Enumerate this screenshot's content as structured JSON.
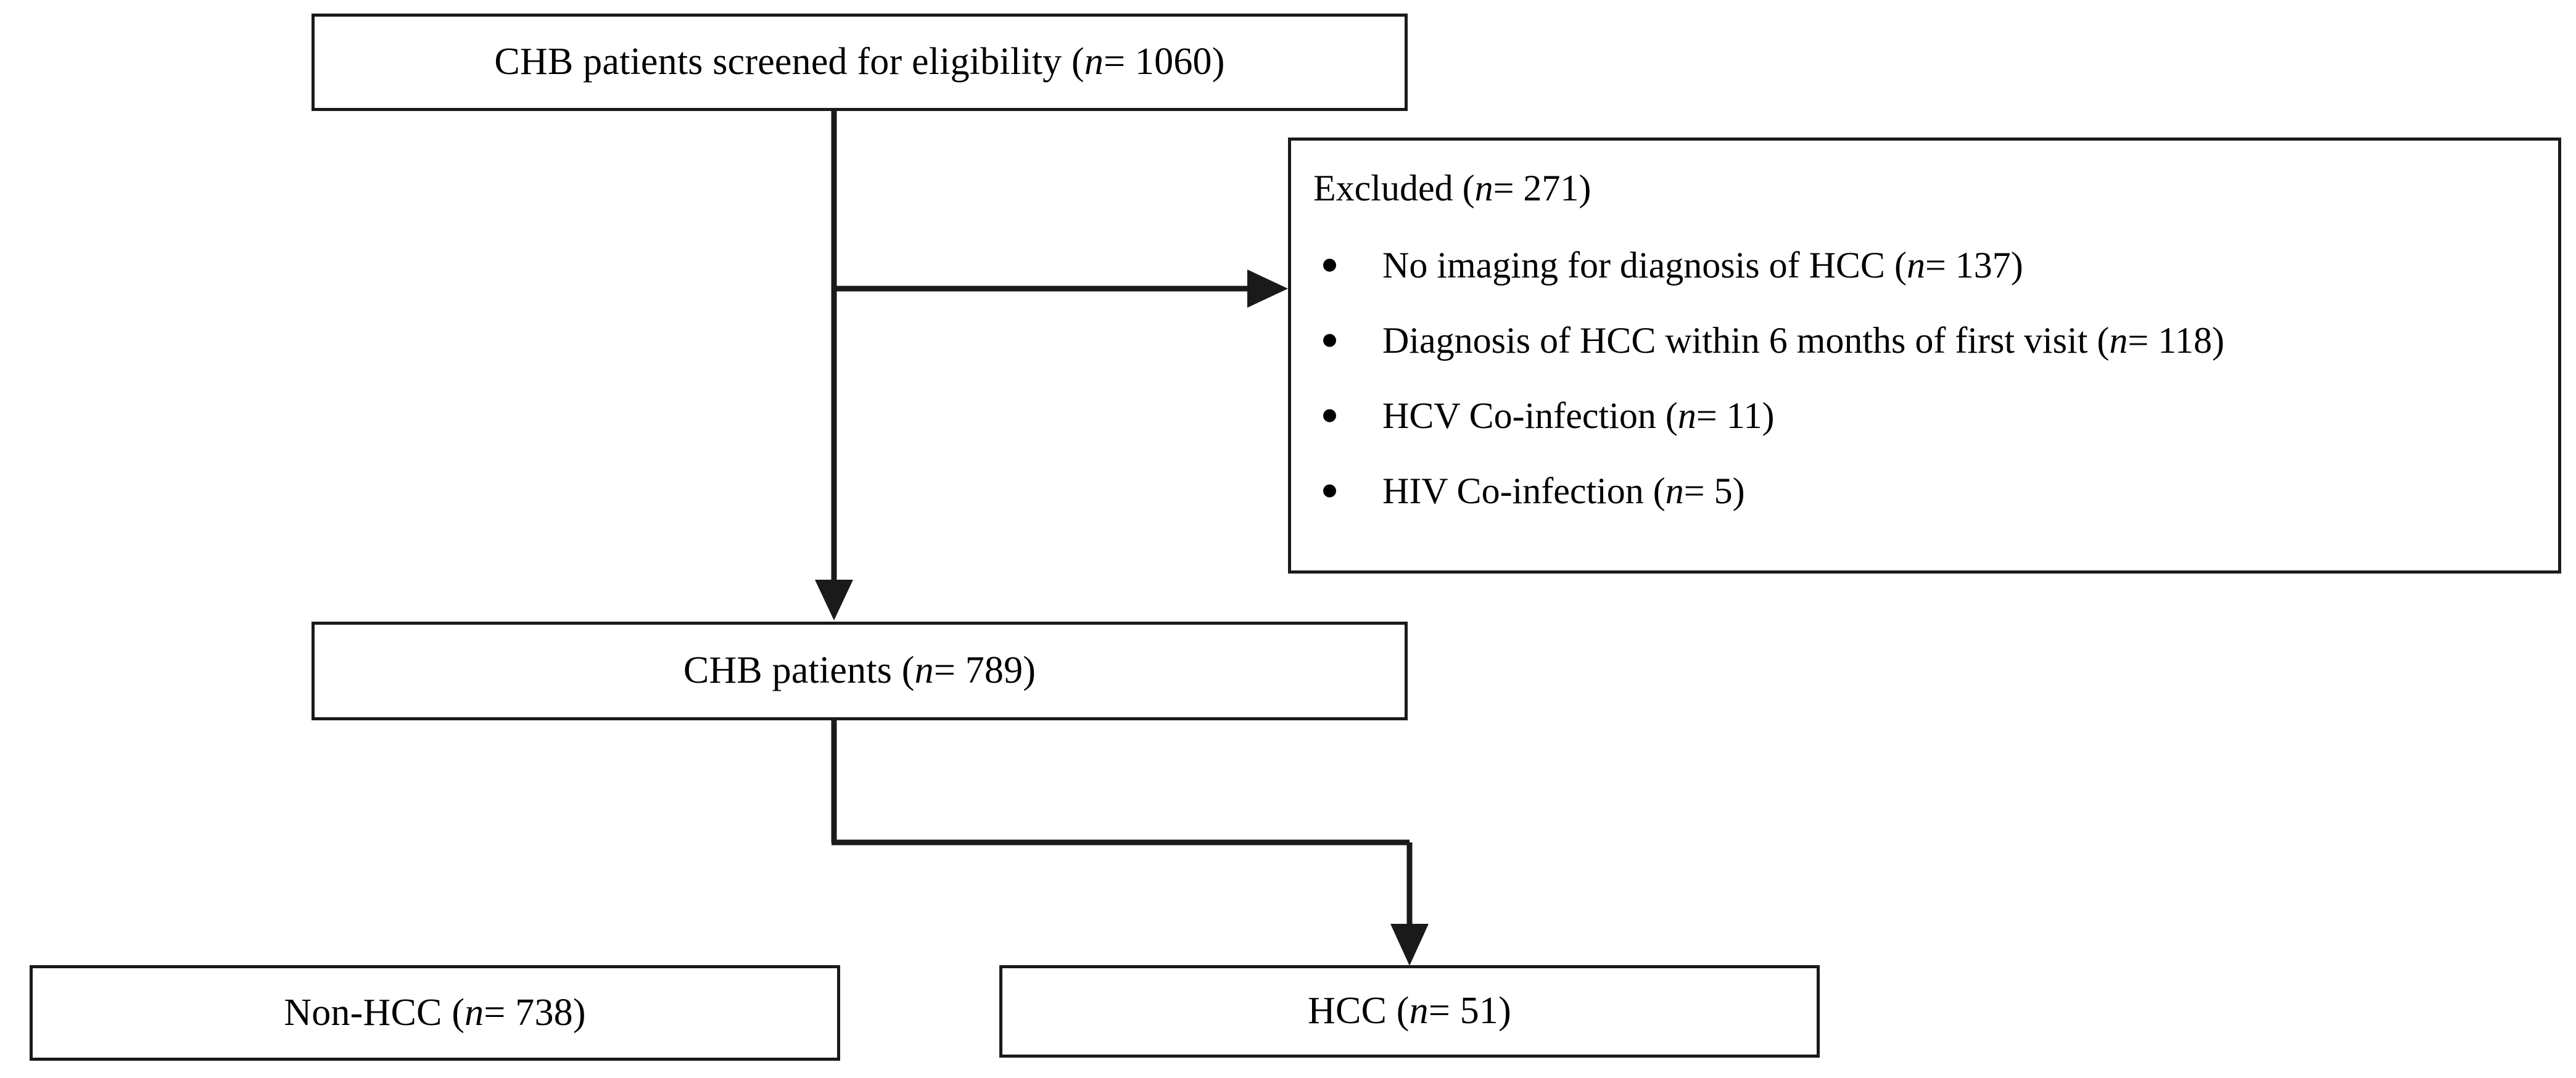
{
  "diagram": {
    "title": "CHB patient screening and HCC outcome flow diagram",
    "type": "flowchart",
    "line_color": "#1a1a1a",
    "background_color": "#ffffff",
    "text_color": "#000000"
  },
  "nodes": {
    "screened": {
      "label_prefix": "CHB patients screened for eligibility (",
      "n_symbol": "n",
      "label_suffix": "= 1060)",
      "count": 1060
    },
    "excluded": {
      "heading_prefix": "Excluded (",
      "n_symbol": "n",
      "heading_suffix": "= 271)",
      "count": 271,
      "reasons": [
        {
          "text_prefix": "No imaging for diagnosis of HCC (",
          "n_symbol": "n",
          "text_suffix": "= 137)",
          "count": 137
        },
        {
          "text_prefix": "Diagnosis of HCC within 6 months of first visit (",
          "n_symbol": "n",
          "text_suffix": "= 118)",
          "count": 118
        },
        {
          "text_prefix": "HCV Co-infection (",
          "n_symbol": "n",
          "text_suffix": "= 11)",
          "count": 11
        },
        {
          "text_prefix": "HIV Co-infection (",
          "n_symbol": "n",
          "text_suffix": "= 5)",
          "count": 5
        }
      ]
    },
    "chb": {
      "label_prefix": "CHB patients (",
      "n_symbol": "n",
      "label_suffix": "= 789)",
      "count": 789
    },
    "non_hcc": {
      "label_prefix": "Non-HCC (",
      "n_symbol": "n",
      "label_suffix": "= 738)",
      "count": 738
    },
    "hcc": {
      "label_prefix": "HCC (",
      "n_symbol": "n",
      "label_suffix": "= 51)",
      "count": 51
    }
  },
  "edges": [
    {
      "from": "screened",
      "to": "excluded",
      "style": "orthogonal-right",
      "arrowhead": true
    },
    {
      "from": "screened",
      "to": "chb",
      "style": "straight-down",
      "arrowhead": true
    },
    {
      "from": "chb",
      "to": "hcc",
      "style": "orthogonal-right-down",
      "arrowhead": true
    },
    {
      "from": "chb",
      "to": "non_hcc",
      "style": "orthogonal-left-down",
      "arrowhead": false
    }
  ]
}
